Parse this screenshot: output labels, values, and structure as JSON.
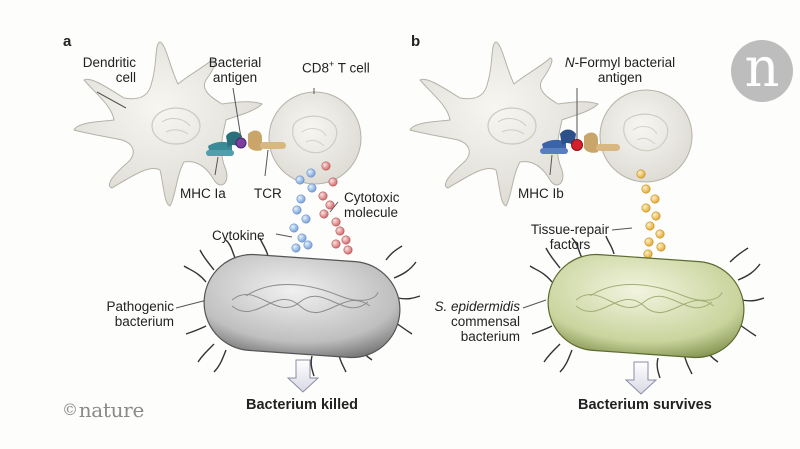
{
  "panel_a": {
    "letter": "a",
    "dendritic_cell": "Dendritic\ncell",
    "antigen": "Bacterial\nantigen",
    "t_cell_name": "CD8",
    "t_cell_sup": "+",
    "t_cell_suffix": " T cell",
    "mhc": "MHC Ia",
    "tcr": "TCR",
    "cytotoxic": "Cytotoxic\nmolecule",
    "cytokine": "Cytokine",
    "bacterium": "Pathogenic\nbacterium",
    "outcome": "Bacterium killed"
  },
  "panel_b": {
    "letter": "b",
    "antigen_italic": "N",
    "antigen_rest": "-Formyl bacterial\nantigen",
    "mhc": "MHC Ib",
    "factors": "Tissue-repair\nfactors",
    "bacterium_species": "S. epidermidis",
    "bacterium_rest": "commensal\nbacterium",
    "outcome": "Bacterium survives"
  },
  "branding": {
    "logo_letter": "n",
    "copyright_symbol": "©",
    "copyright_text": "nature"
  },
  "colors": {
    "cell_fill": "#ebe9e3",
    "pathogen": "#a9a9a9",
    "commensal": "#c3cf98",
    "cytokine": "#8fb4e4",
    "cytotoxic": "#e38585",
    "repair_factor": "#f1c05a"
  }
}
